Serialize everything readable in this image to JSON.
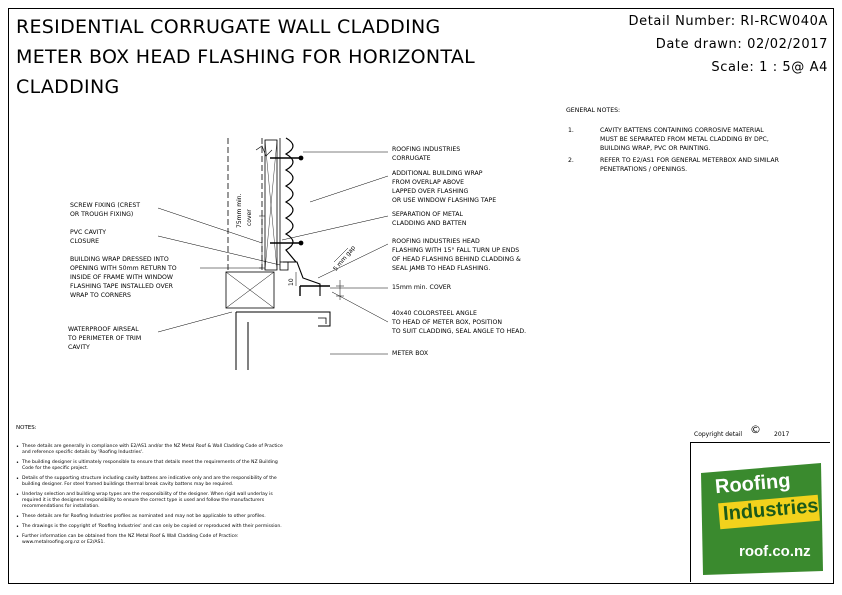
{
  "title_lines": [
    "RESIDENTIAL CORRUGATE WALL CLADDING",
    "METER BOX HEAD FLASHING FOR HORIZONTAL",
    "CLADDING"
  ],
  "meta": {
    "detail_number": "Detail Number:  RI-RCW040A",
    "date_drawn": "Date drawn:  02/02/2017",
    "scale": "Scale:   1 : 5@ A4"
  },
  "general_notes": {
    "heading": "GENERAL NOTES:",
    "items": [
      {
        "num": "1.",
        "lines": [
          "CAVITY BATTENS CONTAINING CORROSIVE MATERIAL",
          "MUST BE SEPARATED FROM METAL CLADDING BY DPC,",
          "BUILDING WRAP, PVC OR PAINTING."
        ]
      },
      {
        "num": "2.",
        "lines": [
          "REFER TO E2/AS1 FOR GENERAL METERBOX AND SIMILAR",
          "PENETRATIONS / OPENINGS."
        ]
      }
    ]
  },
  "labels": {
    "corrugate": [
      "ROOFING INDUSTRIES",
      "CORRUGATE"
    ],
    "wrap": [
      "ADDITIONAL BUILDING WRAP",
      "FROM OVERLAP ABOVE",
      "LAPPED OVER FLASHING",
      "OR USE WINDOW FLASHING TAPE"
    ],
    "separation": [
      "SEPARATION OF METAL",
      "CLADDING AND BATTEN"
    ],
    "head_flashing": [
      "ROOFING INDUSTRIES HEAD",
      "FLASHING WITH 15° FALL TURN UP ENDS",
      "OF HEAD FLASHING BEHIND CLADDING &",
      "SEAL JAMB TO HEAD FLASHING."
    ],
    "cover": "15mm min. COVER",
    "angle": [
      "40x40 COLORSTEEL ANGLE",
      "TO HEAD OF METER BOX, POSITION",
      "TO SUIT CLADDING, SEAL ANGLE TO HEAD."
    ],
    "meter_box": "METER BOX",
    "screw": [
      "SCREW FIXING (CREST",
      "OR TROUGH FIXING)"
    ],
    "pvc": [
      "PVC CAVITY",
      "CLOSURE"
    ],
    "building_wrap": [
      "BUILDING WRAP DRESSED INTO",
      "OPENING WITH 50mm RETURN TO",
      "INSIDE OF FRAME WITH WINDOW",
      "FLASHING TAPE INSTALLED OVER",
      "WRAP TO CORNERS"
    ],
    "airseal": [
      "WATERPROOF AIRSEAL",
      "TO PERIMETER OF TRIM",
      "CAVITY"
    ],
    "dim_75": "75mm min.",
    "dim_cover": "cover",
    "dim_10": "10",
    "dim_5gap": "5 mm gap"
  },
  "notes": {
    "heading": "NOTES:",
    "items": [
      [
        "These details are generally in compliance with E2/AS1 and/or the NZ Metal Roof & Wall Cladding Code of Practice",
        "and reference specific details by 'Roofing Industries'."
      ],
      [
        "The building designer is ultimately responsible to ensure that details meet the requirements of the NZ Building",
        "Code for the specific project."
      ],
      [
        "Details of the supporting structure including cavity battens are indicative only and are the responsibility of the",
        "building designer. For steel framed buildings thermal break cavity battens may be required."
      ],
      [
        "Underlay selection and building wrap types are the responsibility of the designer. When rigid wall underlay is",
        "required it is the designers responsibility to ensure the correct type is used and follow the manufacturers",
        "recommendations for installation."
      ],
      [
        "These details are for Roofing Industries profiles as nominated and may not be applicable to other profiles."
      ],
      [
        "The drawings is the copyright of 'Roofing Industries' and can only be copied or reproduced with their permission."
      ],
      [
        "Further information can be obtained from the NZ Metal Roof & Wall Cladding Code of Practice:",
        "www.metalroofing.org.nz or E2/AS1."
      ]
    ]
  },
  "copyright": "Copyright detail",
  "copyright_symbol": "©",
  "copyright_year": "2017",
  "logo": {
    "line1": "Roofing",
    "line2": "Industries",
    "url": "roof.co.nz",
    "green": "#3a8a2e",
    "yellow": "#f2d21c"
  }
}
